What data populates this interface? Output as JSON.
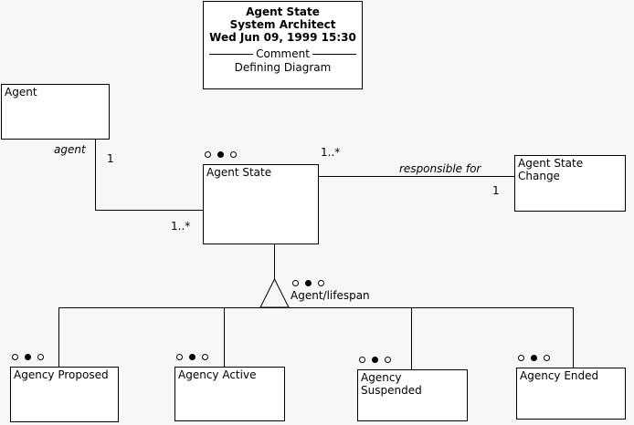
{
  "diagram": {
    "background_color": "#f7f7f7",
    "line_color": "#000000",
    "box_fill": "#ffffff"
  },
  "title_block": {
    "name": "Agent State",
    "author": "System Architect",
    "timestamp": "Wed Jun 09, 1999  15:30",
    "section_caption": "Comment",
    "comment": "Defining Diagram"
  },
  "classes": [
    {
      "id": "agent",
      "label": "Agent"
    },
    {
      "id": "agent_state",
      "label": "Agent State"
    },
    {
      "id": "agent_state_change",
      "label": "Agent State\nChange"
    },
    {
      "id": "agency_proposed",
      "label": "Agency Proposed"
    },
    {
      "id": "agency_active",
      "label": "Agency Active"
    },
    {
      "id": "agency_suspended",
      "label": "Agency\nSuspended"
    },
    {
      "id": "agency_ended",
      "label": "Agency Ended"
    }
  ],
  "associations": [
    {
      "id": "agent_to_agent_state",
      "role_label": "agent",
      "source_multiplicity": "1",
      "target_multiplicity": "1..*"
    },
    {
      "id": "agent_state_to_change",
      "role_label": "responsible for",
      "source_multiplicity": "1..*",
      "target_multiplicity": "1"
    }
  ],
  "generalization": {
    "id": "agent_lifespan",
    "discriminator": "Agent/lifespan"
  },
  "markers": {
    "left": "circle-open",
    "middle": "circle-filled",
    "right": "circle-open"
  }
}
